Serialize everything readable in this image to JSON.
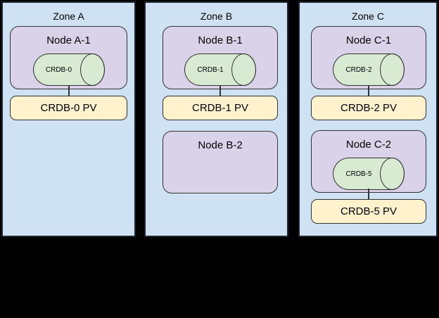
{
  "diagram": {
    "description": "Three-zone topology with nodes, CockroachDB pods and persistent volumes"
  },
  "colors": {
    "canvas-bg": "#000000",
    "zone-fill": "#cfe2f3",
    "zone-border": "#1c2430",
    "node-fill": "#d9d2e9",
    "db-fill": "#d9ead3",
    "pv-fill": "#fff2cc",
    "shape-border": "#333333",
    "text-color": "#000000"
  },
  "zones": [
    {
      "label": "Zone A",
      "nodes": [
        {
          "label": "Node A-1",
          "db": "CRDB-0",
          "pv": "CRDB-0 PV"
        }
      ]
    },
    {
      "label": "Zone B",
      "nodes": [
        {
          "label": "Node B-1",
          "db": "CRDB-1",
          "pv": "CRDB-1 PV"
        },
        {
          "label": "Node B-2"
        }
      ]
    },
    {
      "label": "Zone C",
      "nodes": [
        {
          "label": "Node C-1",
          "db": "CRDB-2",
          "pv": "CRDB-2 PV"
        },
        {
          "label": "Node C-2",
          "db": "CRDB-5",
          "pv": "CRDB-5 PV"
        }
      ]
    }
  ]
}
